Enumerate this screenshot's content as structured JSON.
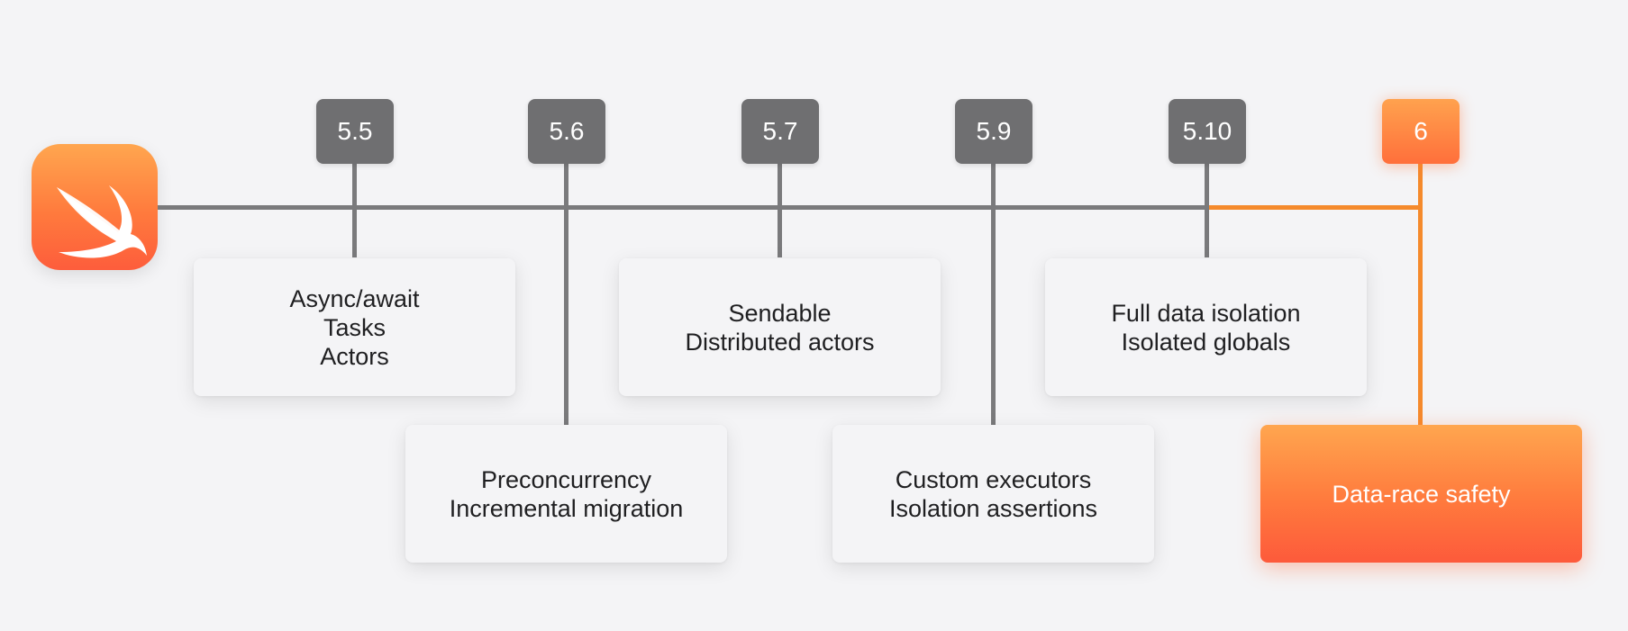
{
  "logo": {
    "icon": "swift-bird-icon",
    "gradient": [
      "#ffa64f",
      "#fd5d3c"
    ]
  },
  "colors": {
    "timeline": "#7a7a7c",
    "badge": "#6f6f71",
    "accent": "#ff7a3d",
    "accent_line": "#f58a2c",
    "background": "#f4f4f6"
  },
  "versions": [
    {
      "label": "5.5",
      "features": [
        "Async/await",
        "Tasks",
        "Actors"
      ],
      "row": "upper"
    },
    {
      "label": "5.6",
      "features": [
        "Preconcurrency",
        "Incremental migration"
      ],
      "row": "lower"
    },
    {
      "label": "5.7",
      "features": [
        "Sendable",
        "Distributed actors"
      ],
      "row": "upper"
    },
    {
      "label": "5.9",
      "features": [
        "Custom executors",
        "Isolation assertions"
      ],
      "row": "lower"
    },
    {
      "label": "5.10",
      "features": [
        "Full data isolation",
        "Isolated globals"
      ],
      "row": "upper"
    },
    {
      "label": "6",
      "features": [
        "Data-race safety"
      ],
      "row": "lower",
      "accent": true
    }
  ]
}
